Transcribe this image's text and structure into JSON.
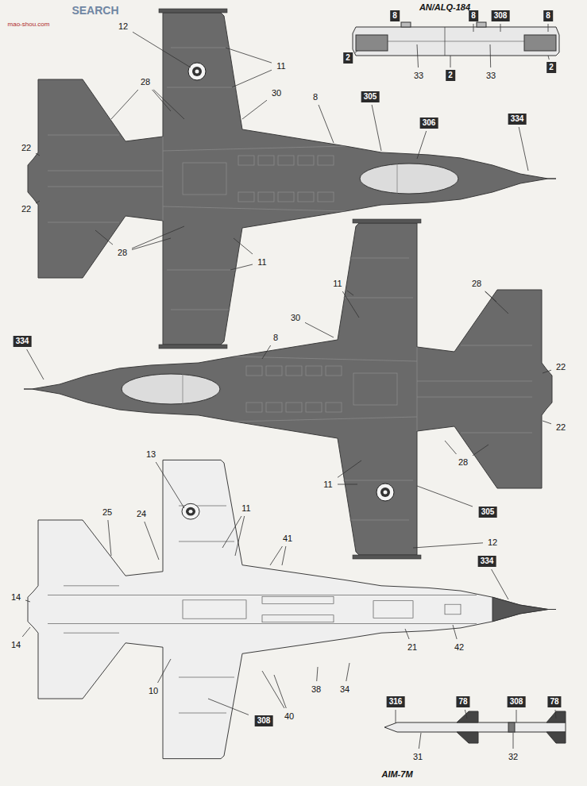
{
  "diagram": {
    "nodes": [
      {
        "text": [
          "8"
        ]
      },
      {
        "text": [
          "8"
        ]
      },
      {
        "text": [
          "308"
        ]
      },
      {
        "text": [
          "8"
        ]
      },
      {
        "text": [
          "2"
        ]
      },
      {
        "text": [
          "2"
        ]
      },
      {
        "text": [
          "2"
        ]
      },
      {
        "text": [
          "305"
        ]
      },
      {
        "text": [
          "334"
        ]
      },
      {
        "text": [
          "306"
        ]
      },
      {
        "text": [
          "334"
        ]
      },
      {
        "text": [
          "305"
        ]
      },
      {
        "text": [
          "334"
        ]
      },
      {
        "text": [
          "316"
        ]
      },
      {
        "text": [
          "78"
        ]
      },
      {
        "text": [
          "308"
        ]
      },
      {
        "text": [
          "78"
        ]
      },
      {
        "text": [
          "308"
        ]
      }
    ],
    "labels": [
      "SEARCH",
      "mao-shou.com",
      "AN/ALQ-184",
      "12",
      "11",
      "33",
      "33",
      "28",
      "30",
      "8",
      "22",
      "22",
      "28",
      "11",
      "11",
      "28",
      "30",
      "8",
      "22",
      "22",
      "13",
      "28",
      "11",
      "25",
      "24",
      "11",
      "41",
      "12",
      "14",
      "14",
      "21",
      "42",
      "38",
      "34",
      "10",
      "40",
      "31",
      "32",
      "AIM-7M"
    ]
  }
}
